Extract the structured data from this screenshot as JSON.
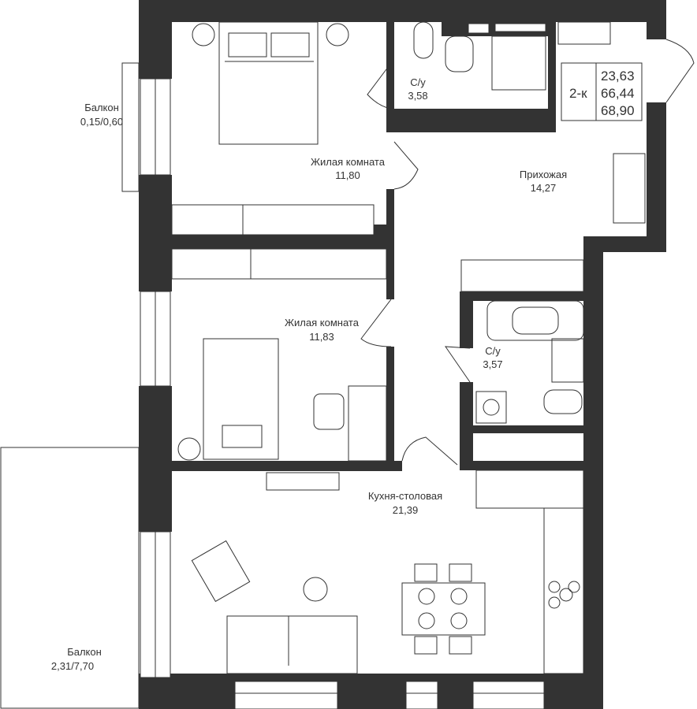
{
  "apartment": {
    "type": "2-к",
    "areas": [
      "23,63",
      "66,44",
      "68,90"
    ]
  },
  "rooms": {
    "bathroom1": {
      "name": "С/у",
      "area": "3,58"
    },
    "bedroom1": {
      "name": "Жилая комната",
      "area": "11,80"
    },
    "hallway": {
      "name": "Прихожая",
      "area": "14,27"
    },
    "bedroom2": {
      "name": "Жилая комната",
      "area": "11,83"
    },
    "bathroom2": {
      "name": "С/у",
      "area": "3,57"
    },
    "kitchen": {
      "name": "Кухня-столовая",
      "area": "21,39"
    },
    "balcony_small": {
      "name": "Балкон",
      "area": "0,15/0,60"
    },
    "balcony_large": {
      "name": "Балкон",
      "area": "2,31/7,70"
    }
  },
  "colors": {
    "wall": "#333333",
    "background": "#ffffff"
  }
}
